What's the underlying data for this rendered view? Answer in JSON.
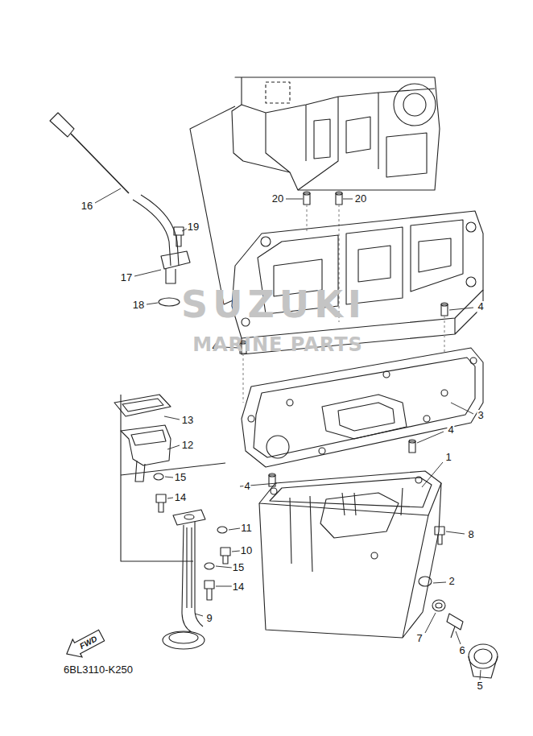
{
  "diagram": {
    "nodes": [
      {
        "text": [
          "FWD"
        ]
      }
    ],
    "labels": [
      "16",
      "20",
      "20",
      "19",
      "17",
      "4",
      "18",
      "4",
      "3",
      "13",
      "12",
      "4",
      "1",
      "15",
      "4",
      "14",
      "8",
      "11",
      "10",
      "2",
      "15",
      "14",
      "7",
      "6",
      "9",
      "5",
      "6BL3110-K250",
      "SUZUKI",
      "MARINE PARTS"
    ]
  }
}
